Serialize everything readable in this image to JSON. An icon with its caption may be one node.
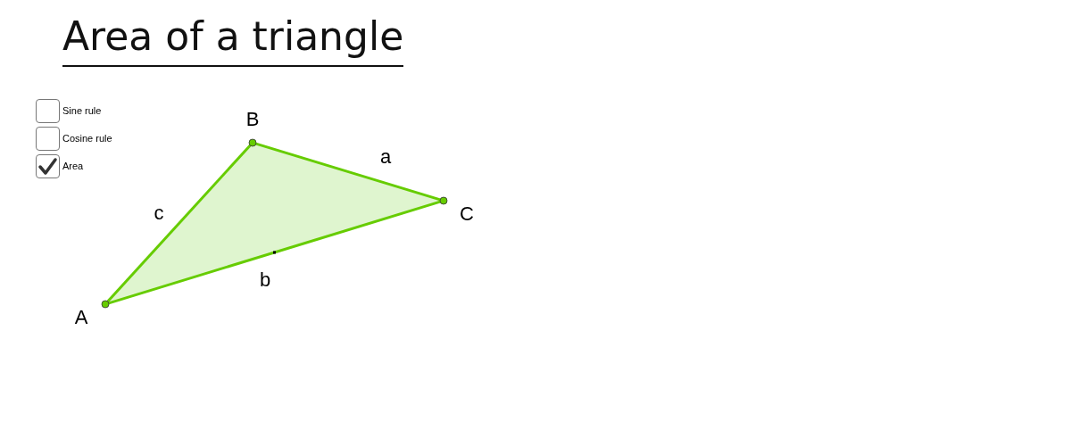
{
  "diagram": {
    "title": "Area of a triangle",
    "nodes": [
      {
        "text": [
          "A"
        ]
      },
      {
        "text": [
          "B"
        ]
      },
      {
        "text": [
          "C"
        ]
      }
    ],
    "edges": [
      {
        "from": 0,
        "to": 1,
        "arrow": "none",
        "label": "c"
      },
      {
        "from": 1,
        "to": 2,
        "arrow": "none",
        "label": "a"
      },
      {
        "from": 2,
        "to": 0,
        "arrow": "none",
        "label": "b"
      }
    ],
    "labels": [
      "Sine rule",
      "Cosine rule",
      "Area"
    ]
  }
}
